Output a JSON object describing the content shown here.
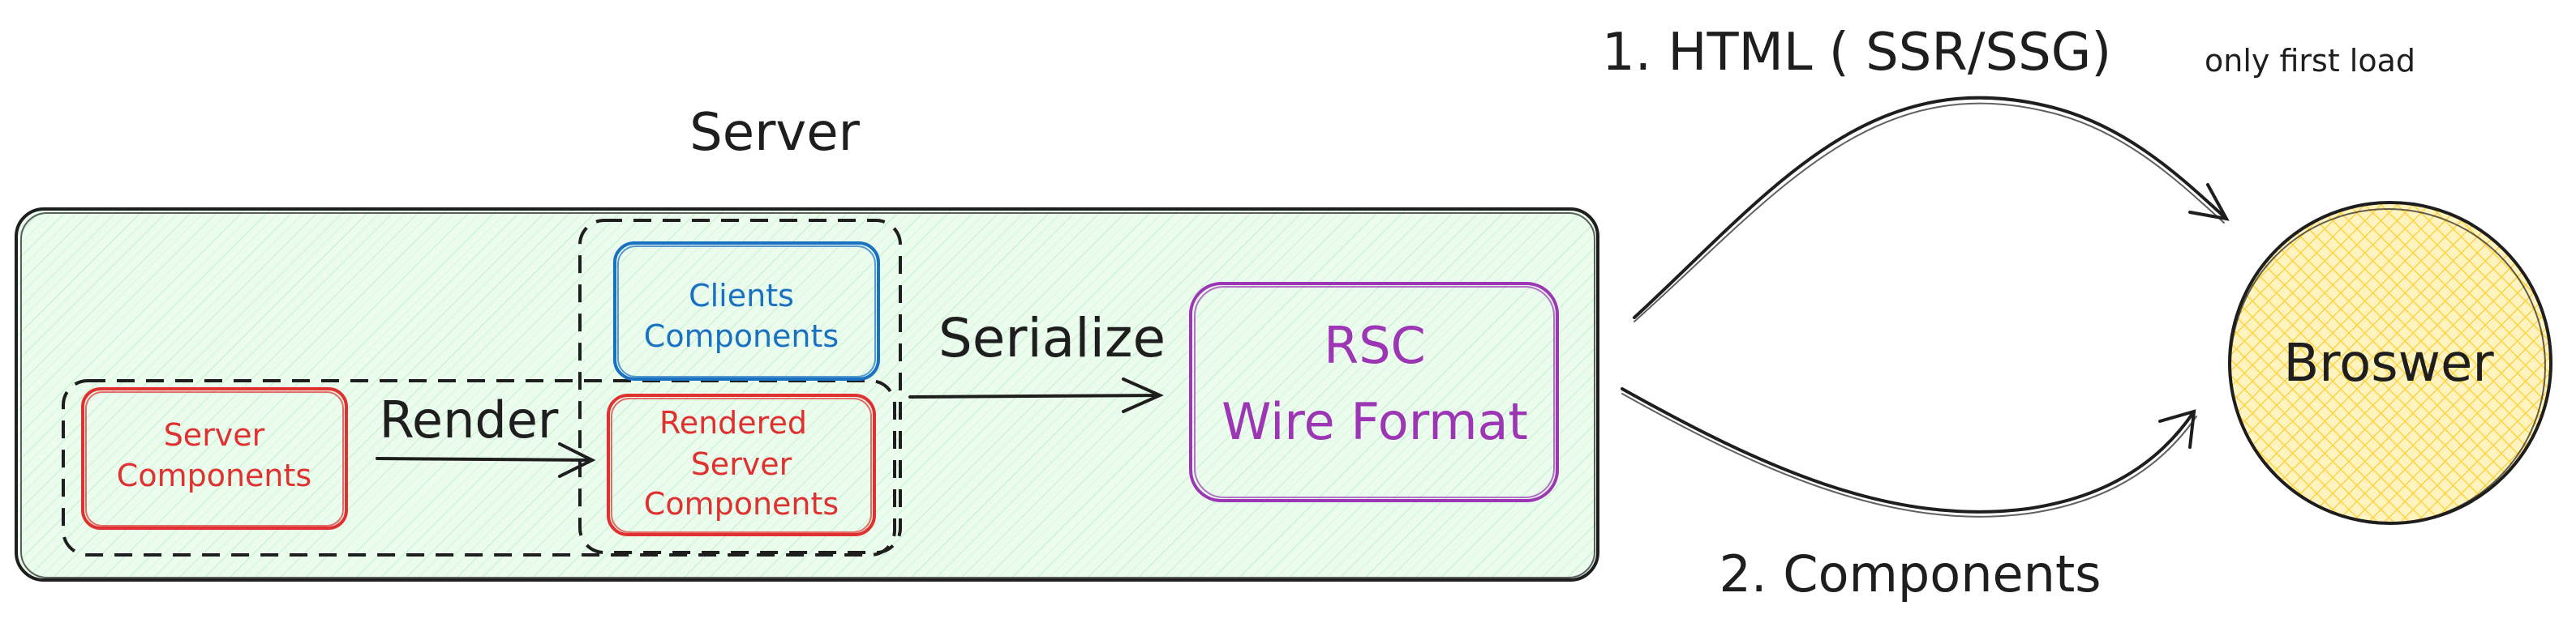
{
  "server": {
    "title": "Server",
    "server_components": [
      "Server",
      "Components"
    ],
    "client_components": [
      "Clients",
      "Components"
    ],
    "rendered_components": [
      "Rendered",
      "Server",
      "Components"
    ],
    "render_label": "Render",
    "serialize_label": "Serialize",
    "rsc": [
      "RSC",
      "Wire Format"
    ]
  },
  "edges": {
    "html_label": "1. HTML ( SSR/SSG)",
    "html_note": "only first load",
    "components_label": "2. Components"
  },
  "browser": {
    "label": "Broswer"
  },
  "colors": {
    "stroke": "#1e1e1e",
    "server_fill": "#ebfbee",
    "red": "#e03131",
    "blue": "#1971c2",
    "purple": "#9c36b5",
    "browser_fill": "#ffec99"
  }
}
